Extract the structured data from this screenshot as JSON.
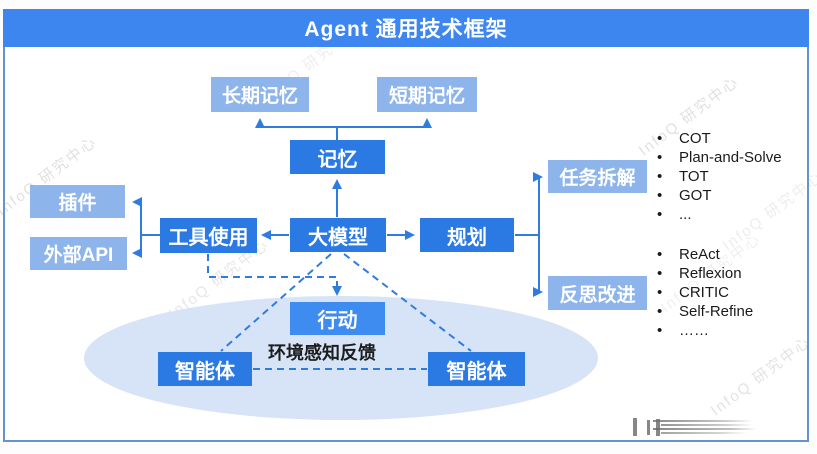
{
  "header": {
    "title": "Agent 通用技术框架"
  },
  "nodes": {
    "long_term_memory": {
      "label": "长期记忆"
    },
    "short_term_memory": {
      "label": "短期记忆"
    },
    "memory": {
      "label": "记忆"
    },
    "plugin": {
      "label": "插件"
    },
    "external_api": {
      "label": "外部API"
    },
    "tool_use": {
      "label": "工具使用"
    },
    "llm": {
      "label": "大模型"
    },
    "planning": {
      "label": "规划"
    },
    "task_decomposition": {
      "label": "任务拆解"
    },
    "reflection": {
      "label": "反思改进"
    },
    "action": {
      "label": "行动"
    },
    "agent_left": {
      "label": "智能体"
    },
    "agent_right": {
      "label": "智能体"
    }
  },
  "caption": {
    "environment_feedback": "环境感知反馈"
  },
  "lists": {
    "task_decomposition_methods": [
      "COT",
      "Plan-and-Solve",
      "TOT",
      "GOT",
      "..."
    ],
    "reflection_methods": [
      "ReAct",
      "Reflexion",
      "CRITIC",
      "Self-Refine",
      "……"
    ]
  },
  "watermark": {
    "text": "InfoQ 研究中心"
  },
  "colors": {
    "header_bar": "#3d86ef",
    "primary_box": "#2b7ae3",
    "light_box": "#8db5ec",
    "action_box": "#3e8cf0",
    "ellipse": "#d7e4f8",
    "connector": "#2e7ce0",
    "frame_border": "#6394cf",
    "list_text": "#1a1a1a"
  }
}
